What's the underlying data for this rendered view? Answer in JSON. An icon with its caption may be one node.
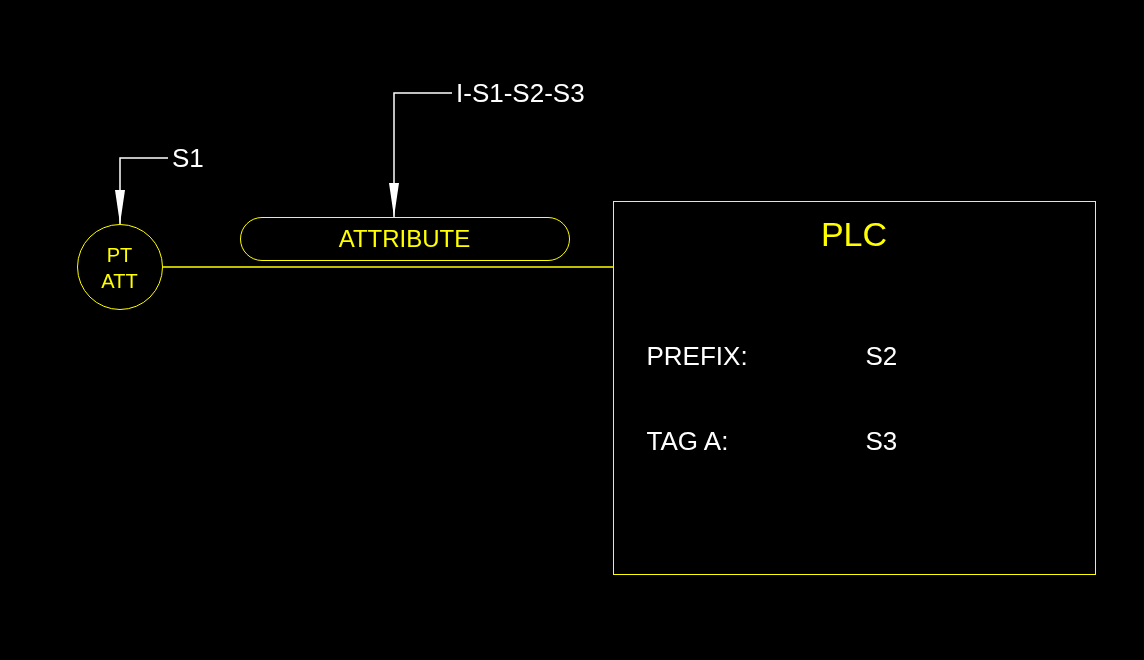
{
  "diagram": {
    "nodes": [
      {
        "text": [
          "PT ATT"
        ]
      },
      {
        "text": [
          "S1"
        ]
      },
      {
        "text": [
          "ATTRIBUTE"
        ]
      },
      {
        "text": [
          "I-S1-S2-S3"
        ]
      },
      {
        "text": [
          "PLC",
          "PREFIX:",
          "S2",
          "TAG A:",
          "S3"
        ]
      }
    ],
    "edges": [
      {
        "from": 1,
        "to": 0,
        "arrow": "to"
      },
      {
        "from": 3,
        "to": 2,
        "arrow": "to"
      },
      {
        "from": 0,
        "to": 4,
        "arrow": "none",
        "color": "#ffff00"
      }
    ]
  }
}
